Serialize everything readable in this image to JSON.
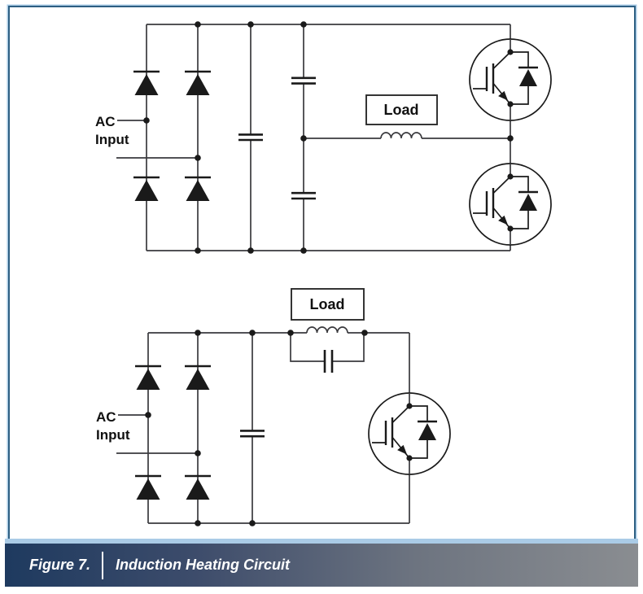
{
  "caption": {
    "figure_label": "Figure 7.",
    "title": "Induction Heating Circuit"
  },
  "top_circuit": {
    "ac_line1": "AC",
    "ac_line2": "Input",
    "load": "Load"
  },
  "bottom_circuit": {
    "ac_line1": "AC",
    "ac_line2": "Input",
    "load": "Load"
  },
  "colors": {
    "frame_border": "#2d5f82",
    "frame_outer": "#aacbe6",
    "bar_gradient_left": "#1e3a5f",
    "bar_gradient_right": "#8a8d91",
    "wire": "#3a3a3e",
    "component": "#1a1a1a"
  }
}
